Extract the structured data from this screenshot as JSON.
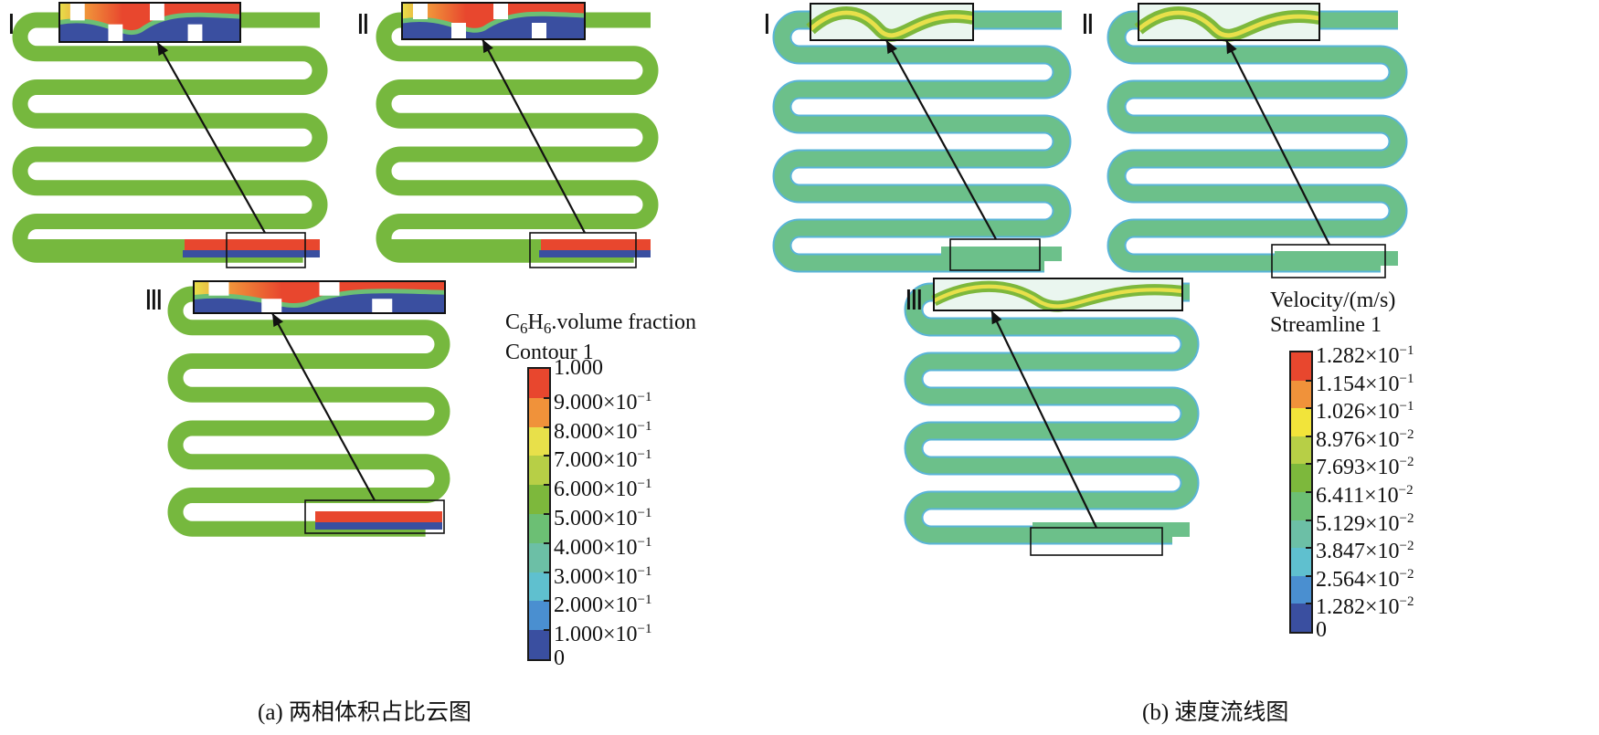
{
  "figure": {
    "panel_a": {
      "caption": "(a) 两相体积占比云图",
      "insets": [
        {
          "label": "Ⅰ"
        },
        {
          "label": "Ⅱ"
        },
        {
          "label": "Ⅲ"
        }
      ],
      "legend": {
        "title_line1_prefix": "C",
        "title_sub1": "6",
        "title_mid": "H",
        "title_sub2": "6",
        "title_suffix": ".volume fraction",
        "title_line2": "Contour 1",
        "labels": [
          {
            "mantissa": "1.000",
            "exp": ""
          },
          {
            "mantissa": "9.000×10",
            "exp": "−1"
          },
          {
            "mantissa": "8.000×10",
            "exp": "−1"
          },
          {
            "mantissa": "7.000×10",
            "exp": "−1"
          },
          {
            "mantissa": "6.000×10",
            "exp": "−1"
          },
          {
            "mantissa": "5.000×10",
            "exp": "−1"
          },
          {
            "mantissa": "4.000×10",
            "exp": "−1"
          },
          {
            "mantissa": "3.000×10",
            "exp": "−1"
          },
          {
            "mantissa": "2.000×10",
            "exp": "−1"
          },
          {
            "mantissa": "1.000×10",
            "exp": "−1"
          },
          {
            "mantissa": "0",
            "exp": ""
          }
        ],
        "colors": [
          "#e8472e",
          "#f0923a",
          "#e8e04a",
          "#b7cf46",
          "#7db83c",
          "#6cbf74",
          "#6cbfa6",
          "#5fc0cf",
          "#4a8fd0",
          "#3a4fa0"
        ]
      },
      "channel_color": "#76b83e"
    },
    "panel_b": {
      "caption": "(b) 速度流线图",
      "insets": [
        {
          "label": "Ⅰ"
        },
        {
          "label": "Ⅱ"
        },
        {
          "label": "Ⅲ"
        }
      ],
      "legend": {
        "title_line1": "Velocity/(m/s)",
        "title_line2": "Streamline 1",
        "labels": [
          {
            "mantissa": "1.282×10",
            "exp": "−1"
          },
          {
            "mantissa": "1.154×10",
            "exp": "−1"
          },
          {
            "mantissa": "1.026×10",
            "exp": "−1"
          },
          {
            "mantissa": "8.976×10",
            "exp": "−2"
          },
          {
            "mantissa": "7.693×10",
            "exp": "−2"
          },
          {
            "mantissa": "6.411×10",
            "exp": "−2"
          },
          {
            "mantissa": "5.129×10",
            "exp": "−2"
          },
          {
            "mantissa": "3.847×10",
            "exp": "−2"
          },
          {
            "mantissa": "2.564×10",
            "exp": "−2"
          },
          {
            "mantissa": "1.282×10",
            "exp": "−2"
          },
          {
            "mantissa": "0",
            "exp": ""
          }
        ],
        "colors": [
          "#e8472e",
          "#f0923a",
          "#f2e43a",
          "#b7cf46",
          "#7db83c",
          "#6cbf74",
          "#6cbfa6",
          "#5fc0cf",
          "#4a8fd0",
          "#3a4fa0"
        ]
      },
      "channel_color": "#6cc08a",
      "wall_color": "#5ab4d8"
    }
  }
}
